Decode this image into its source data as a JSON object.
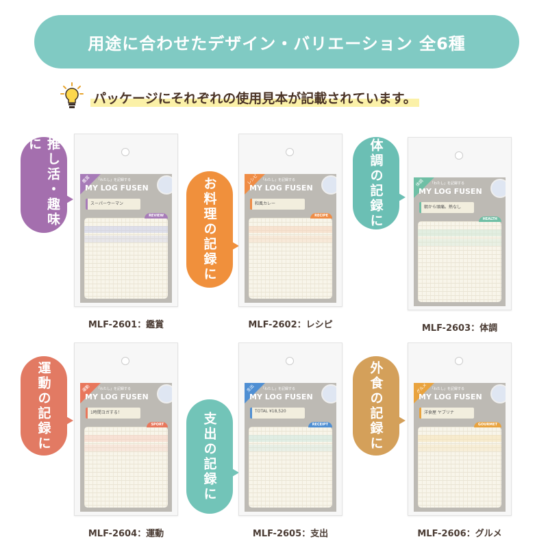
{
  "header": {
    "title": "用途に合わせたデザイン・バリエーション 全6種"
  },
  "tip": {
    "icon": "lightbulb-icon",
    "text": "パッケージにそれぞれの使用見本が記載されています。"
  },
  "package_common": {
    "subtitle": "「わたし」を記録する",
    "logo": "MY LOG FUSEN"
  },
  "products": [
    {
      "model": "MLF-2601：鑑賞",
      "tag": "鑑賞",
      "badge": "REVIEW",
      "flag": "スーパーウーマン",
      "accent": "#a77bb8",
      "band": "#c9cce9",
      "callout": "推し活・趣味に",
      "callout_color": "#a46fae"
    },
    {
      "model": "MLF-2602：レシピ",
      "tag": "レシピ",
      "badge": "RECIPE",
      "flag": "和風カレー",
      "accent": "#ef8c45",
      "band": "#f6d3bb",
      "callout": "お料理の記録に",
      "callout_color": "#f0903c"
    },
    {
      "model": "MLF-2603：体調",
      "tag": "体調",
      "badge": "HEALTH",
      "flag": "朝から頭痛。熱なし",
      "accent": "#6fbfa5",
      "band": "#cfe8d9",
      "callout": "体調の記録に",
      "callout_color": "#6bbfb4"
    },
    {
      "model": "MLF-2604：運動",
      "tag": "運動",
      "badge": "SPORT",
      "flag": "1時間ヨガする！",
      "accent": "#e8775c",
      "band": "#f6cfc2",
      "callout": "運動の記録に",
      "callout_color": "#e27a63"
    },
    {
      "model": "MLF-2605：支出",
      "tag": "支出",
      "badge": "RECEIPT",
      "flag": "TOTAL ¥18,520",
      "accent": "#4f8fd3",
      "band": "#cce6df",
      "callout": "支出の記録に",
      "callout_color": "#72c4b8"
    },
    {
      "model": "MLF-2606：グルメ",
      "tag": "グルメ",
      "badge": "GOURMET",
      "flag": "洋食屋 ヤブリナ",
      "accent": "#e9a33e",
      "band": "#f6e2b6",
      "callout": "外食の記録に",
      "callout_color": "#d4a05a"
    }
  ]
}
